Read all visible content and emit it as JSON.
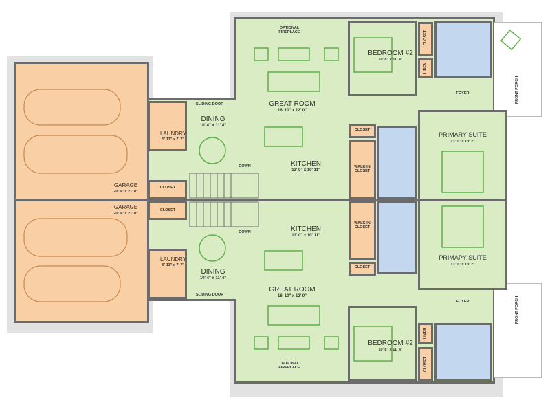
{
  "colors": {
    "living": "#d9ecc4",
    "garage": "#f9d0a6",
    "bath": "#c3d7ee",
    "wall": "#6b6b6b",
    "furniture": "#5fb04a",
    "car": "#c98a4c"
  },
  "top_unit": {
    "great_room": {
      "name": "GREAT ROOM",
      "dims": "16' 10\" x 12' 0\""
    },
    "kitchen": {
      "name": "KITCHEN",
      "dims": "13' 0\" x 10' 11\""
    },
    "dining": {
      "name": "DINING",
      "dims": "10' 4\" x 11' 4\""
    },
    "laundry": {
      "name": "LAUNDRY",
      "dims": "5' 11\" x 7' 7\""
    },
    "garage": {
      "name": "GARAGE",
      "dims": "20' 6\" x 21' 0\""
    },
    "bedroom2": {
      "name": "BEDROOM #2",
      "dims": "10' 8\" x 11' 4\""
    },
    "primary": {
      "name": "PRIMARY SUITE",
      "dims": "13' 1\" x 13' 2\""
    },
    "closet1": "CLOSET",
    "closet2": "CLOSET",
    "closet3": "CLOSET",
    "linen": "LINEN",
    "walkin": "WALK-IN CLOSET",
    "foyer": "FOYER",
    "porch": "FRONT PORCH",
    "fireplace": "OPTIONAL FIREPLACE",
    "sliding_door": "SLIDING DOOR",
    "down": "DOWN"
  },
  "bottom_unit": {
    "great_room": {
      "name": "GREAT ROOM",
      "dims": "16' 10\" x 12' 0\""
    },
    "kitchen": {
      "name": "KITCHEN",
      "dims": "13' 0\" x 10' 11\""
    },
    "dining": {
      "name": "DINING",
      "dims": "10' 4\" x 11' 4\""
    },
    "laundry": {
      "name": "LAUNDRY",
      "dims": "5' 11\" x 7' 7\""
    },
    "garage": {
      "name": "GARAGE",
      "dims": "20' 6\" x 21' 0\""
    },
    "bedroom2": {
      "name": "BEDROOM #2",
      "dims": "10' 8\" x 11' 4\""
    },
    "primary": {
      "name": "PRIMAPY SUITE",
      "dims": "13' 1\" x 13' 2\""
    },
    "closet1": "CLOSET",
    "closet2": "CLOSET",
    "closet3": "CLOSET",
    "linen": "LINEN",
    "walkin": "WALK-IN CLOSET",
    "foyer": "FOYER",
    "porch": "FRONT PORCH",
    "fireplace": "OPTIONAL FIREPLACE",
    "sliding_door": "SLIDING DOOR",
    "down": "DOWN"
  }
}
